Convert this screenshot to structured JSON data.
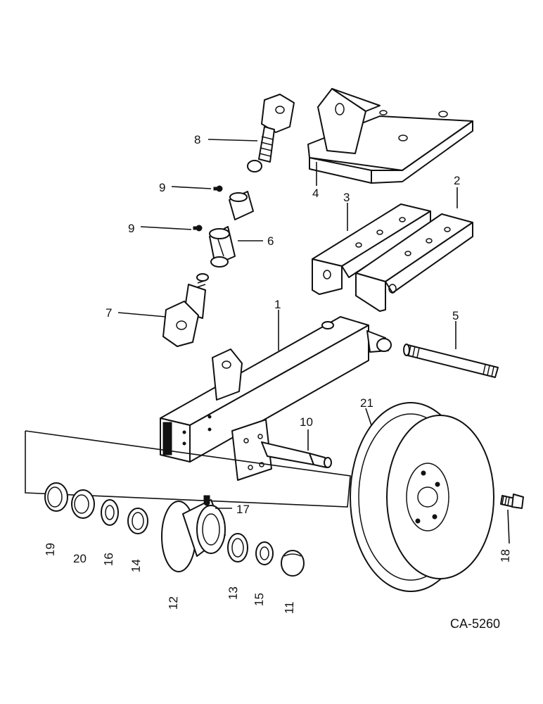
{
  "drawing": {
    "code": "CA-5260",
    "callouts": {
      "c1": "1",
      "c2": "2",
      "c3": "3",
      "c4": "4",
      "c5": "5",
      "c6": "6",
      "c7": "7",
      "c8": "8",
      "c9a": "9",
      "c9b": "9",
      "c10": "10",
      "c11": "11",
      "c12": "12",
      "c13": "13",
      "c14": "14",
      "c15": "15",
      "c16": "16",
      "c17": "17",
      "c18": "18",
      "c19": "19",
      "c20": "20",
      "c21": "21"
    }
  }
}
